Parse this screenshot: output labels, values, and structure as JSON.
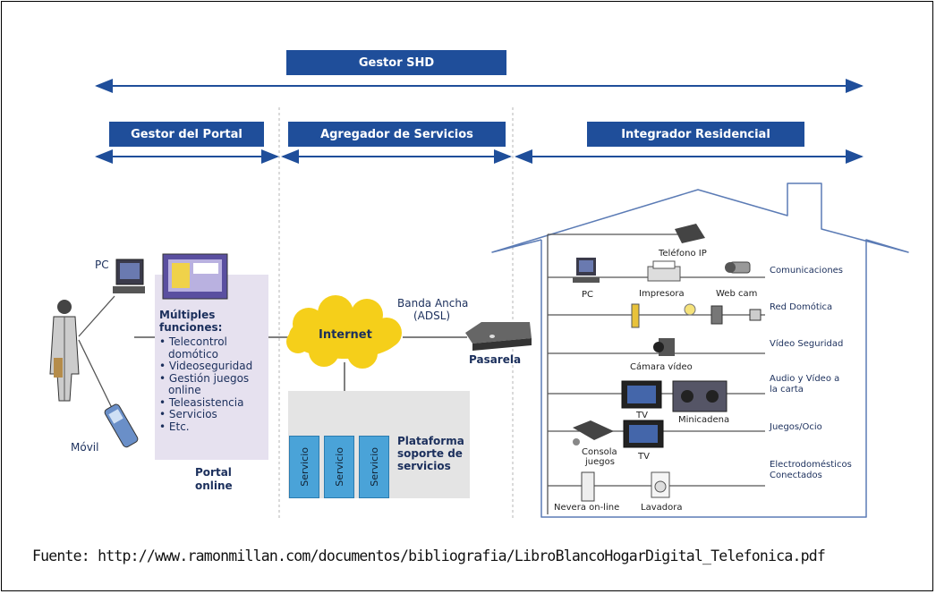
{
  "bands": {
    "gestor_shd": "Gestor SHD",
    "gestor_portal": "Gestor del Portal",
    "agregador": "Agregador de Servicios",
    "integrador": "Integrador Residencial"
  },
  "left": {
    "pc": "PC",
    "movil": "Móvil",
    "multiples_1": "Múltiples",
    "multiples_2": "funciones:",
    "funciones": [
      {
        "text": "Telecontrol",
        "bullet": true
      },
      {
        "text": "domótico",
        "bullet": false
      },
      {
        "text": "Videoseguridad",
        "bullet": true
      },
      {
        "text": "Gestión juegos",
        "bullet": true
      },
      {
        "text": "online",
        "bullet": false
      },
      {
        "text": "Teleasistencia",
        "bullet": true
      },
      {
        "text": "Servicios",
        "bullet": true
      },
      {
        "text": "Etc.",
        "bullet": true
      }
    ],
    "portal_1": "Portal",
    "portal_2": "online"
  },
  "middle": {
    "internet": "Internet",
    "banda_1": "Banda Ancha",
    "banda_2": "(ADSL)",
    "pasarela": "Pasarela",
    "servicio": "Servicio",
    "plataforma_1": "Plataforma",
    "plataforma_2": "soporte de",
    "plataforma_3": "servicios"
  },
  "house": {
    "devices": {
      "telefono_ip": "Teléfono IP",
      "pc": "PC",
      "impresora": "Impresora",
      "webcam": "Web cam",
      "camara": "Cámara vídeo",
      "tv1": "TV",
      "minicadena": "Minicadena",
      "consola_1": "Consola",
      "consola_2": "juegos",
      "tv2": "TV",
      "nevera": "Nevera on-line",
      "lavadora": "Lavadora"
    },
    "rows": {
      "comunicaciones": "Comunicaciones",
      "red_domotica": "Red Domótica",
      "video_seguridad": "Vídeo Seguridad",
      "audio_1": "Audio y Vídeo a",
      "audio_2": "la carta",
      "juegos": "Juegos/Ocio",
      "electro_1": "Electrodomésticos",
      "electro_2": "Conectados"
    }
  },
  "source": "Fuente: http://www.ramonmillan.com/documentos/bibliografia/LibroBlancoHogarDigital_Telefonica.pdf",
  "colors": {
    "band": "#1f4e9a",
    "arrow": "#1f4e9a",
    "panel": "#e6e1ef",
    "platform": "#e4e4e4",
    "cloud": "#f5cf1a",
    "servicio": "#4aa3d8"
  }
}
